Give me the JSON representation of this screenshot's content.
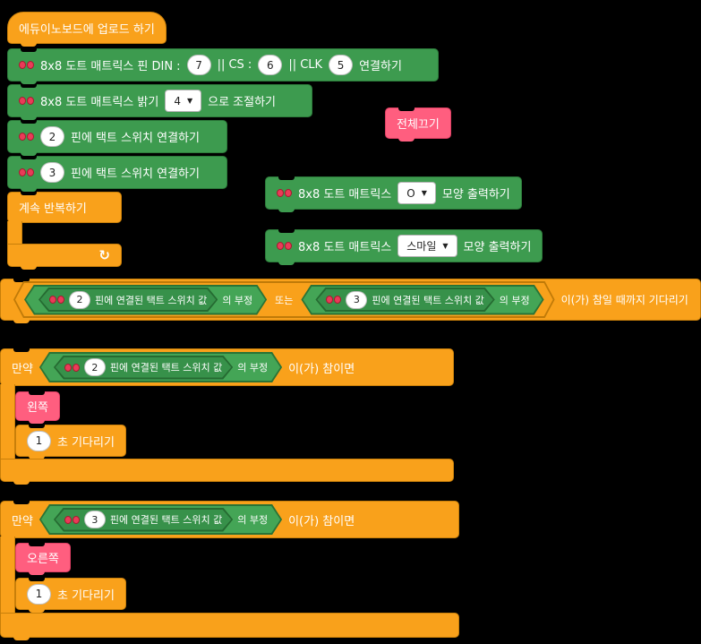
{
  "colors": {
    "background": "#000000",
    "orange": "#f9a11b",
    "green": "#3d9b4f",
    "pink": "#ff5e7f",
    "extension_icon_red": "#ea3b58"
  },
  "icons": {
    "dropdown_arrow": "▼",
    "loop_arrow": "↻"
  },
  "hat": {
    "label": "에듀이노보드에 업로드 하기"
  },
  "stack": {
    "matrix_pin": {
      "t1": "8x8 도트 매트릭스 핀 DIN :",
      "din": "7",
      "t2": "|| CS :",
      "cs": "6",
      "t3": "|| CLK",
      "clk": "5",
      "t4": "연결하기"
    },
    "brightness": {
      "t1": "8x8 도트 매트릭스 밝기",
      "value": "4",
      "t2": "으로 조절하기"
    },
    "switch2": {
      "pin": "2",
      "label": "핀에 택트 스위치 연결하기"
    },
    "switch3": {
      "pin": "3",
      "label": "핀에 택트 스위치 연결하기"
    },
    "forever": {
      "label": "계속 반복하기"
    }
  },
  "floating": {
    "all_off": {
      "label": "전체끄기"
    },
    "shape_o": {
      "t1": "8x8 도트 매트릭스",
      "value": "O",
      "t2": "모양 출력하기"
    },
    "shape_smile": {
      "t1": "8x8 도트 매트릭스",
      "value": "스마일",
      "t2": "모양 출력하기"
    }
  },
  "wait_until": {
    "cond1": {
      "pin": "2",
      "label": "핀에 연결된 택트 스위치 값",
      "not_label": "의 부정"
    },
    "or_label": "또는",
    "cond2": {
      "pin": "3",
      "label": "핀에 연결된 택트 스위치 값",
      "not_label": "의 부정"
    },
    "tail": "이(가) 참일 때까지 기다리기"
  },
  "if1": {
    "head": "만약",
    "cond": {
      "pin": "2",
      "label": "핀에 연결된 택트 스위치 값",
      "not_label": "의 부정"
    },
    "tail": "이(가) 참이면",
    "direction": {
      "label": "왼쪽"
    },
    "wait": {
      "value": "1",
      "label": "초 기다리기"
    }
  },
  "if2": {
    "head": "만약",
    "cond": {
      "pin": "3",
      "label": "핀에 연결된 택트 스위치 값",
      "not_label": "의 부정"
    },
    "tail": "이(가) 참이면",
    "direction": {
      "label": "오른쪽"
    },
    "wait": {
      "value": "1",
      "label": "초 기다리기"
    }
  }
}
